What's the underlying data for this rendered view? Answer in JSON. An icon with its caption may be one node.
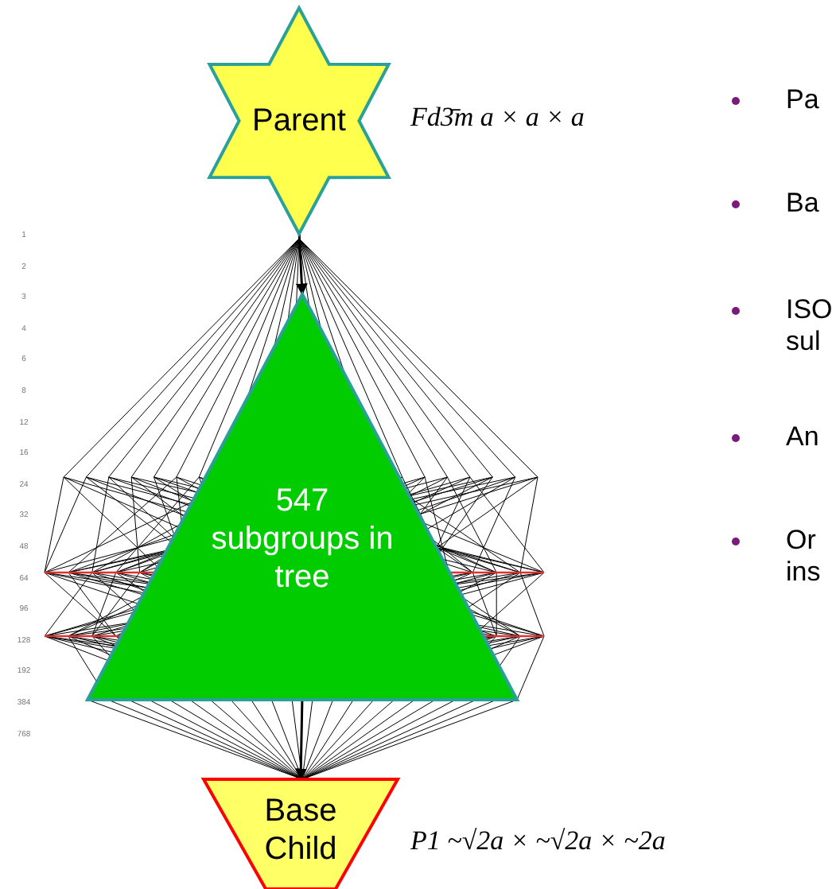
{
  "diagram": {
    "nodes": [
      {
        "text": [
          "Parent"
        ],
        "beside": [
          "Fd3̄m a × a × a"
        ]
      },
      {
        "text": [
          "547 subgroups in tree"
        ]
      },
      {
        "text": [
          "Base Child"
        ],
        "beside": [
          "P1 ~√2a × ~√2a × ~2a"
        ]
      }
    ],
    "edges": [
      {
        "from": 0,
        "to": 1,
        "arrow": "to"
      },
      {
        "from": 1,
        "to": 2,
        "arrow": "to"
      }
    ],
    "labels": [
      "1",
      "2",
      "3",
      "4",
      "6",
      "8",
      "12",
      "16",
      "24",
      "32",
      "48",
      "64",
      "96",
      "128",
      "192",
      "384",
      "768",
      "Pa",
      "Ba",
      "ISO sul",
      "An",
      "Or ins"
    ]
  }
}
